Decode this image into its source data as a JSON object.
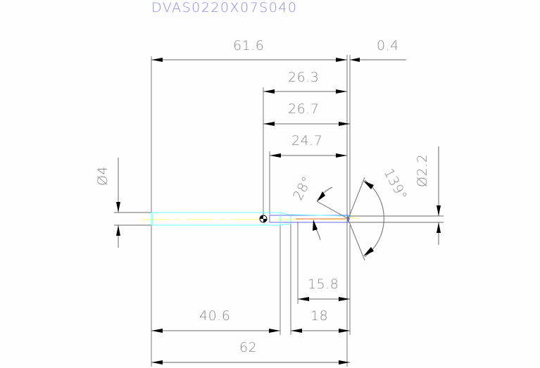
{
  "title": "DVAS0220X07S040",
  "colors": {
    "background": "#fdfefd",
    "title": "#8c8cf0",
    "dimension_text": "#8a8a8a",
    "dimension_line": "#6a6a6a",
    "tool_outline": "#66ffff",
    "tool_core": "#6666ee",
    "centerline": "#ffff88",
    "edge_highlight": "#ee8866"
  },
  "dimensions": {
    "overall_to_tip_minus": "61.6",
    "tip_offset": "0.4",
    "neck_to_tip_a": "26.3",
    "neck_to_tip_b": "26.7",
    "flute_to_tip": "24.7",
    "shank_diameter": "Ø4",
    "tip_diameter": "Ø2.2",
    "helix_angle": "28°",
    "point_angle": "139°",
    "flute_length": "15.8",
    "body_length": "18",
    "shank_length": "40.6",
    "overall_length": "62"
  }
}
